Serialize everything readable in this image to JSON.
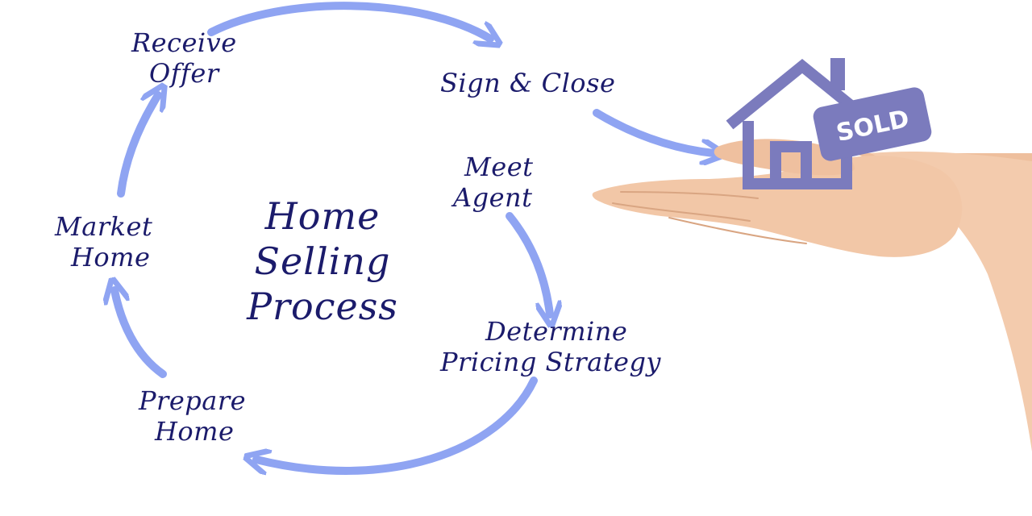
{
  "diagram": {
    "title_lines": [
      "Home",
      "Selling",
      "Process"
    ],
    "steps": [
      {
        "lines": [
          "Meet",
          "Agent"
        ]
      },
      {
        "lines": [
          "Determine",
          "Pricing Strategy"
        ]
      },
      {
        "lines": [
          "Prepare",
          "Home"
        ]
      },
      {
        "lines": [
          "Market",
          "Home"
        ]
      },
      {
        "lines": [
          "Receive",
          "Offer"
        ]
      },
      {
        "lines": [
          "Sign & Close"
        ]
      }
    ],
    "arrow_color": "#8fa4f2",
    "text_color": "#1b1b6b"
  },
  "illustration": {
    "sign_text": "SOLD",
    "house_color": "#7b7bbd",
    "skin_color": "#f0c4a4",
    "icons": [
      "house-icon",
      "sold-tag-icon",
      "hand-image"
    ]
  }
}
